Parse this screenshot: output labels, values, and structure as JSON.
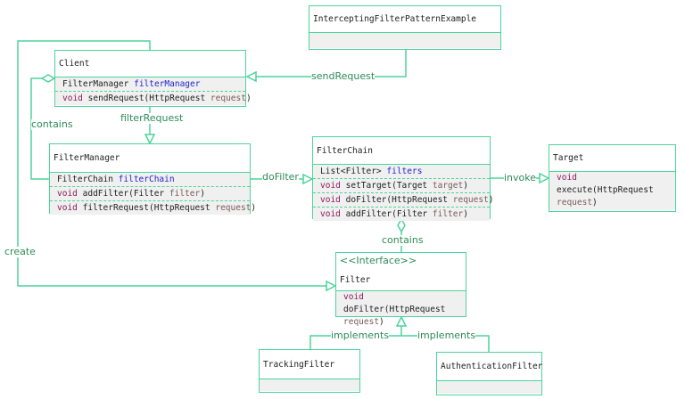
{
  "colors": {
    "line": "#4cd49c",
    "label": "#2e8b57",
    "section_bg": "#f0f0f0",
    "keyword": "#8b1a5a",
    "field": "#2222cc",
    "param": "#7a5a5a"
  },
  "classes": {
    "example": {
      "name": "InterceptingFilterPatternExample"
    },
    "client": {
      "name": "Client",
      "attr_type": "FilterManager",
      "attr_name": "filterManager",
      "m1_kw": "void",
      "m1_sig": "sendRequest(HttpRequest",
      "m1_param": "request",
      "m1_end": ")"
    },
    "filter_manager": {
      "name": "FilterManager",
      "attr_type": "FilterChain",
      "attr_name": "filterChain",
      "m1_kw": "void",
      "m1_sig": "addFilter(Filter",
      "m1_param": "filter",
      "m1_end": ")",
      "m2_kw": "void",
      "m2_sig": "filterRequest(HttpRequest",
      "m2_param": "request",
      "m2_end": ")"
    },
    "filter_chain": {
      "name": "FilterChain",
      "attr_type": "List<Filter>",
      "attr_name": "filters",
      "m1_kw": "void",
      "m1_sig": "setTarget(Target",
      "m1_param": "target",
      "m1_end": ")",
      "m2_kw": "void",
      "m2_sig": "doFilter(HttpRequest",
      "m2_param": "request",
      "m2_end": ")",
      "m3_kw": "void",
      "m3_sig": "addFilter(Filter",
      "m3_param": "filter",
      "m3_end": ")"
    },
    "target": {
      "name": "Target",
      "m1_kw": "void",
      "m1_sig": "execute(HttpRequest",
      "m1_param": "request",
      "m1_end": ")"
    },
    "filter": {
      "stereotype": "<<Interface>>",
      "name": "Filter",
      "m1_kw": "void",
      "m1_sig": "doFilter(HttpRequest",
      "m1_param": "request",
      "m1_end": ")"
    },
    "tracking": {
      "name": "TrackingFilter"
    },
    "auth": {
      "name": "AuthenticationFilter"
    }
  },
  "relations": {
    "send_request": "sendRequest",
    "create": "create",
    "contains_client": "contains",
    "filter_request": "filterRequest",
    "do_filter": "doFilter",
    "invoke": "invoke",
    "contains_chain": "contains",
    "implements_tracking": "implements",
    "implements_auth": "implements"
  }
}
